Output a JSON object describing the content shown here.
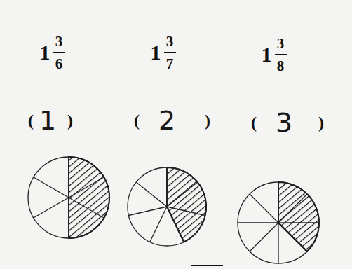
{
  "diagram": {
    "labels": [
      "1",
      "3",
      "6",
      "1",
      "3",
      "7",
      "1",
      "3",
      "8",
      "(",
      "1",
      ")",
      "(",
      "2",
      ")",
      "(",
      "3",
      ")"
    ]
  }
}
